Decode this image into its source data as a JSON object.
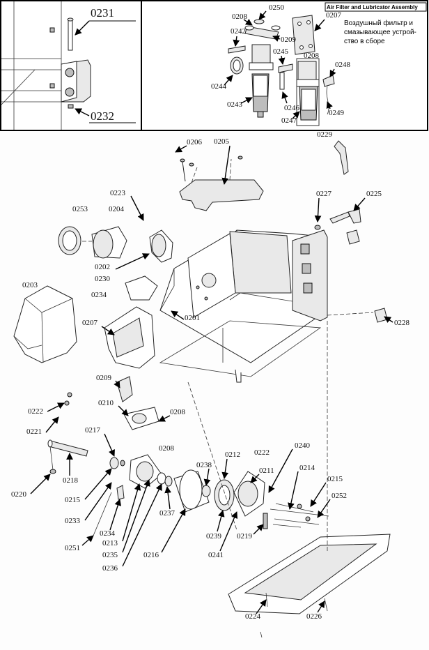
{
  "inset": {
    "title": "Air Filter and Lubricator Assembly",
    "caption": "Воздушный фильтр и смазывающее устрой-ство в сборе",
    "caption_lines": [
      "Воздушный фильтр и",
      "смазывающее устрой-",
      "ство в сборе"
    ],
    "hinge_labels": [
      "0231",
      "0232"
    ],
    "labels": [
      "0250",
      "0208",
      "0207",
      "0242",
      "0209",
      "0245",
      "0208",
      "0248",
      "0244",
      "0243",
      "0246",
      "0247",
      "0249"
    ]
  },
  "main": {
    "labels": [
      "0206",
      "0205",
      "0229",
      "0223",
      "0253",
      "0204",
      "0227",
      "0225",
      "0202",
      "0230",
      "0234",
      "0203",
      "0201",
      "0207",
      "0228",
      "0209",
      "0222",
      "0210",
      "0208",
      "0221",
      "0217",
      "0208",
      "0220",
      "0218",
      "0215",
      "0238",
      "0212",
      "0222",
      "0240",
      "0211",
      "0214",
      "0215",
      "0252",
      "0233",
      "0234",
      "0213",
      "0237",
      "0239",
      "0219",
      "0251",
      "0235",
      "0216",
      "0241",
      "0236",
      "0224",
      "0226"
    ]
  }
}
